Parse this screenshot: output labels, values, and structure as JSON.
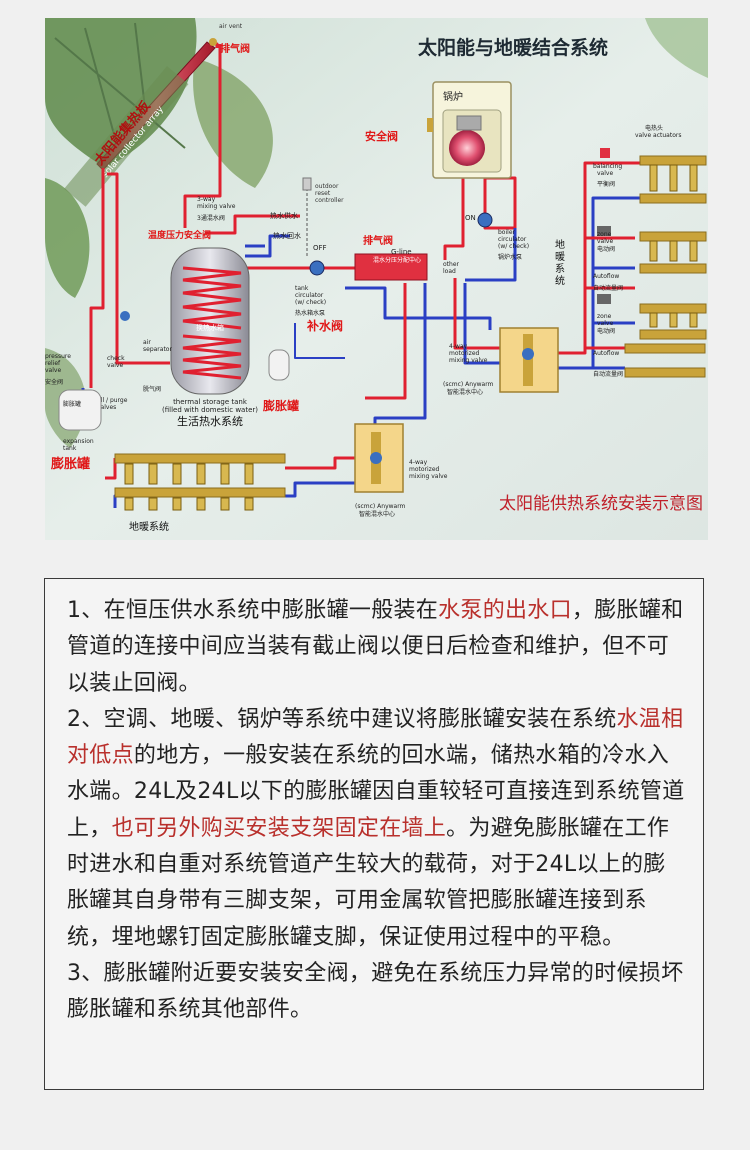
{
  "diagram": {
    "title": "太阳能与地暖结合系统",
    "caption": "太阳能供热系统安装示意图",
    "collector_cn": "太阳能集热板",
    "collector_en": "solar collector array",
    "labels": {
      "vent_top": "排气阀",
      "vent_en": "air vent",
      "boiler": "锅炉",
      "safety_valve": "安全阀",
      "temp_pressure_valve": "温度压力安全阀",
      "three_way_en": "3-way\nmixing valve",
      "three_way_cn": "3通混水阀",
      "hot_supply": "热水供水",
      "hot_return": "热水回水",
      "exchanger": "换热水箱",
      "tank_en": "thermal storage tank\n(filled with domestic water)",
      "domestic_system": "生活热水系统",
      "outdoor_reset": "outdoor\nreset\ncontroller",
      "off": "OFF",
      "on": "ON",
      "tank_circulator": "tank\ncirculator\n(w/ check)",
      "tank_circ_cn": "热水箱水泵",
      "vent_mid": "排气阀",
      "gline": "G-line",
      "gline_cn": "混水分压分配中心",
      "other_load": "other\nload",
      "boiler_circ": "boiler\ncirculator\n(w/ check)",
      "boiler_circ_cn": "锅炉水泵",
      "makeup_valve": "补水阀",
      "expansion_mid": "膨胀罐",
      "expansion_left": "膨胀罐",
      "expansion_tank_en": "expansion\ntank",
      "expansion_tank_cn": "膨胀罐",
      "pressure_relief": "pressure\nrelief\nvalve",
      "pressure_relief_cn": "安全阀",
      "check_valve": "check\nvalve",
      "air_separator": "air\nseparator",
      "separator_cn": "脱气阀",
      "fill_purge": "fill / purge\nvalves",
      "floor_heating_left": "地暖系统",
      "floor_heating_right": "地\n暖\n系\n统",
      "four_way_en": "4-way\nmotorized\nmixing valve",
      "anywarm": "(scmc) Anywarm",
      "anywarm_cn": "智能混水中心",
      "valve_actuators": "电热头\nvalve actuators",
      "balancing": "balancing\nvalve",
      "balancing_cn": "平衡阀",
      "zone_valve": "zone\nvalve",
      "zone_valve_cn": "电动阀",
      "autoflow": "Autoflow",
      "autoflow_cn": "自动流量阀"
    },
    "colors": {
      "hot": "#e02030",
      "cold": "#2a3fc4",
      "box": "#f4d68a",
      "brass": "#c9a33a",
      "red_label": "#e01818"
    }
  },
  "notes": {
    "p1": [
      {
        "t": "1、在恒压供水系统中膨胀罐一般装在",
        "hl": false
      },
      {
        "t": "水泵的出水口",
        "hl": true
      },
      {
        "t": "，膨胀罐和管道的连接中间应当装有截止阀以便日后检查和维护，但不可以装止回阀。",
        "hl": false
      }
    ],
    "p2": [
      {
        "t": "2、空调、地暖、锅炉等系统中建议将膨胀罐安装在系统",
        "hl": false
      },
      {
        "t": "水温相对低点",
        "hl": true
      },
      {
        "t": "的地方，一般安装在系统的回水端，储热水箱的冷水入水端。24L及24L以下的膨胀罐因自重较轻可直接连到系统管道上，",
        "hl": false
      },
      {
        "t": "也可另外购买安装支架固定在墙上",
        "hl": true
      },
      {
        "t": "。为避免膨胀罐在工作时进水和自重对系统管道产生较大的载荷，对于24L以上的膨胀罐其自身带有三脚支架，可用金属软管把膨胀罐连接到系统，埋地螺钉固定膨胀罐支脚，保证使用过程中的平稳。",
        "hl": false
      }
    ],
    "p3": [
      {
        "t": "3、膨胀罐附近要安装安全阀，避免在系统压力异常的时候损坏膨胀罐和系统其他部件。",
        "hl": false
      }
    ]
  }
}
